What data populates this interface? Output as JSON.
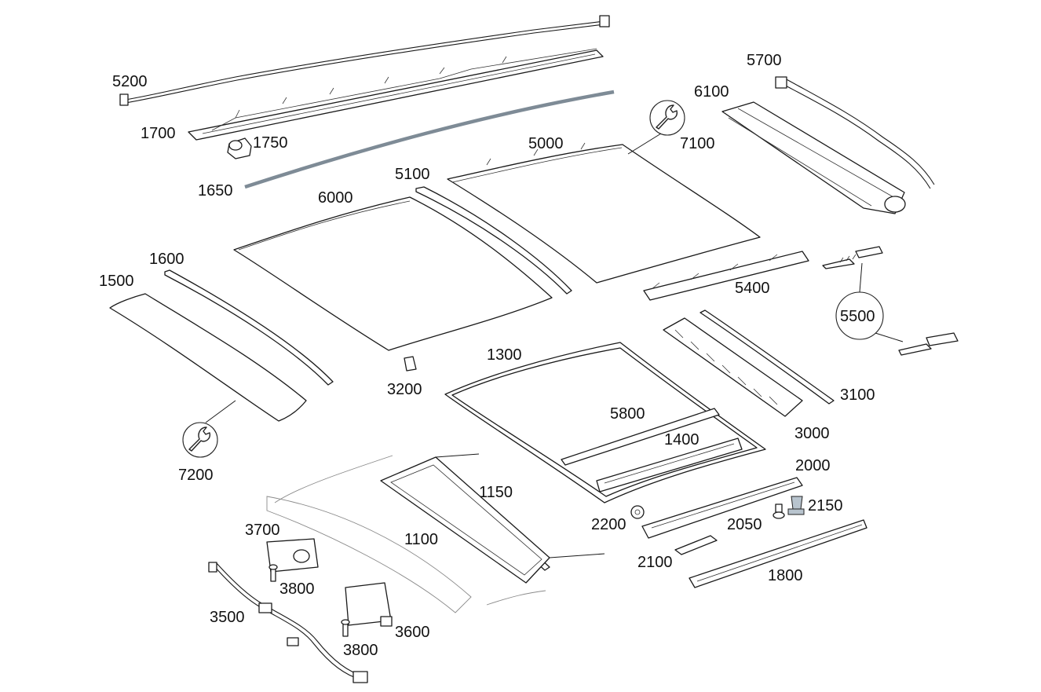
{
  "parts": [
    {
      "id": "p5200",
      "number": "5200"
    },
    {
      "id": "p1700",
      "number": "1700"
    },
    {
      "id": "p1750",
      "number": "1750"
    },
    {
      "id": "p1650",
      "number": "1650"
    },
    {
      "id": "p5000",
      "number": "5000"
    },
    {
      "id": "p7100",
      "number": "7100"
    },
    {
      "id": "p5700",
      "number": "5700"
    },
    {
      "id": "p6100",
      "number": "6100"
    },
    {
      "id": "p5100",
      "number": "5100"
    },
    {
      "id": "p6000",
      "number": "6000"
    },
    {
      "id": "p1600",
      "number": "1600"
    },
    {
      "id": "p1500",
      "number": "1500"
    },
    {
      "id": "p5400",
      "number": "5400"
    },
    {
      "id": "p5500",
      "number": "5500"
    },
    {
      "id": "p3200",
      "number": "3200"
    },
    {
      "id": "p1300",
      "number": "1300"
    },
    {
      "id": "p3100",
      "number": "3100"
    },
    {
      "id": "p3000",
      "number": "3000"
    },
    {
      "id": "p5800",
      "number": "5800"
    },
    {
      "id": "p1400",
      "number": "1400"
    },
    {
      "id": "p7200",
      "number": "7200"
    },
    {
      "id": "p2000",
      "number": "2000"
    },
    {
      "id": "p1150",
      "number": "1150"
    },
    {
      "id": "p2150",
      "number": "2150"
    },
    {
      "id": "p2200",
      "number": "2200"
    },
    {
      "id": "p2050",
      "number": "2050"
    },
    {
      "id": "p3700",
      "number": "3700"
    },
    {
      "id": "p1100",
      "number": "1100"
    },
    {
      "id": "p3800a",
      "number": "3800"
    },
    {
      "id": "p2100",
      "number": "2100"
    },
    {
      "id": "p1800",
      "number": "1800"
    },
    {
      "id": "p3500",
      "number": "3500"
    },
    {
      "id": "p3600",
      "number": "3600"
    },
    {
      "id": "p3800b",
      "number": "3800"
    }
  ],
  "icons": [
    "wrench-icon"
  ]
}
